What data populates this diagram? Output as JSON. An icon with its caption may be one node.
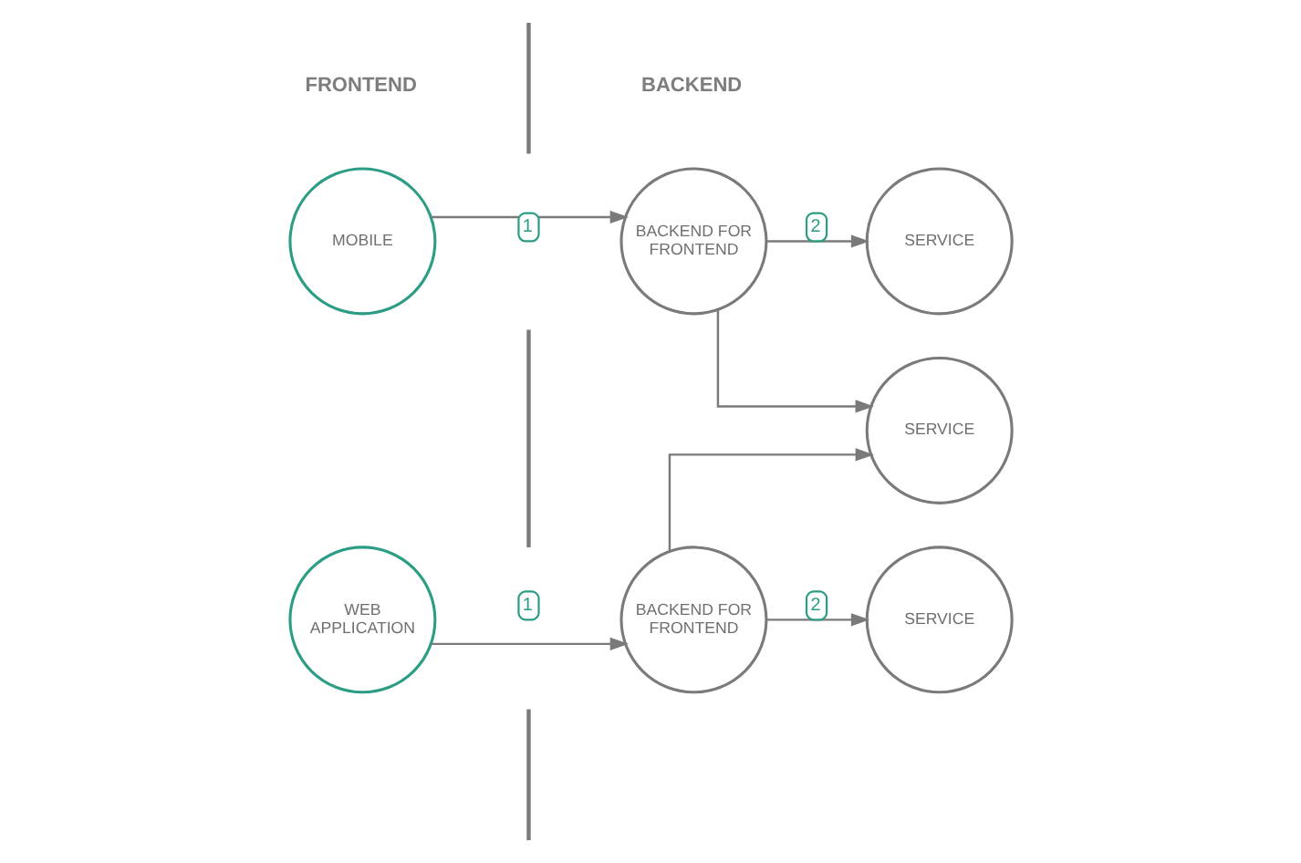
{
  "diagram": {
    "nodes": [
      {
        "text": [
          "MOBILE"
        ]
      },
      {
        "text": [
          "BACKEND FOR FRONTEND"
        ]
      },
      {
        "text": [
          "SERVICE"
        ]
      },
      {
        "text": [
          "SERVICE"
        ]
      },
      {
        "text": [
          "WEB APPLICATION"
        ]
      },
      {
        "text": [
          "BACKEND FOR FRONTEND"
        ]
      },
      {
        "text": [
          "SERVICE"
        ]
      }
    ],
    "edges": [
      {
        "from": 0,
        "to": 1,
        "arrow": "to",
        "label": "1"
      },
      {
        "from": 1,
        "to": 2,
        "arrow": "to",
        "label": "2"
      },
      {
        "from": 1,
        "to": 3,
        "arrow": "to"
      },
      {
        "from": 4,
        "to": 5,
        "arrow": "to",
        "label": "1"
      },
      {
        "from": 5,
        "to": 3,
        "arrow": "to"
      },
      {
        "from": 5,
        "to": 6,
        "arrow": "to",
        "label": "2"
      }
    ],
    "labels": [
      "FRONTEND",
      "BACKEND"
    ]
  }
}
